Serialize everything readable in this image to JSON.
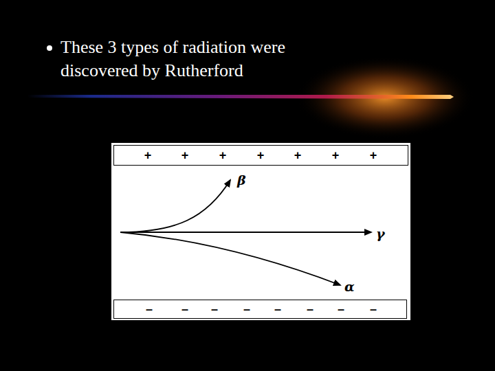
{
  "diagram": {
    "title": "These 3 types of radiation were discovered by Rutherford",
    "nodes": [
      {
        "text": [
          "+",
          "+",
          "+",
          "+",
          "+",
          "+",
          "+"
        ]
      },
      {
        "text": [
          "–",
          "–",
          "–",
          "–",
          "–",
          "–",
          "–",
          "–"
        ]
      }
    ],
    "labels": [
      "β",
      "γ",
      "α"
    ]
  }
}
